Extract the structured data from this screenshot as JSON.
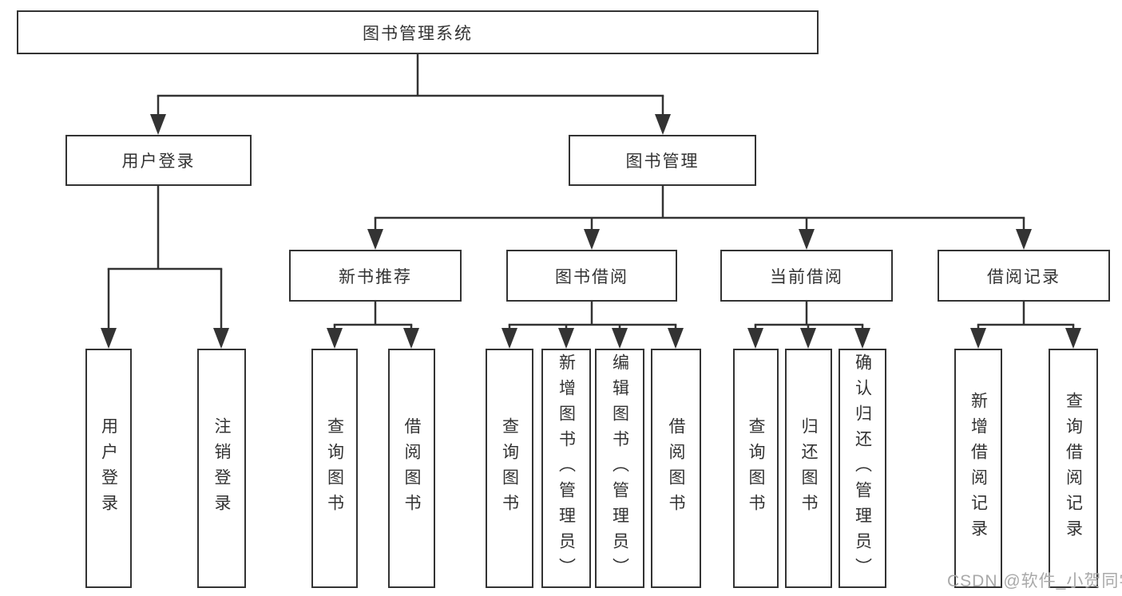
{
  "colors": {
    "line": "#333333",
    "text": "#333333",
    "background": "#ffffff",
    "watermark_text_color": "#a9a9a9"
  },
  "watermark": "CSDN @软件_小贺同学",
  "tree": {
    "label": "图书管理系统",
    "children": [
      {
        "label": "用户登录",
        "children": [
          {
            "label": "用户登录"
          },
          {
            "label": "注销登录"
          }
        ]
      },
      {
        "label": "图书管理",
        "children": [
          {
            "label": "新书推荐",
            "children": [
              {
                "label": "查询图书"
              },
              {
                "label": "借阅图书"
              }
            ]
          },
          {
            "label": "图书借阅",
            "children": [
              {
                "label": "查询图书"
              },
              {
                "label": "新增图书（管理员）"
              },
              {
                "label": "编辑图书（管理员）"
              },
              {
                "label": "借阅图书"
              }
            ]
          },
          {
            "label": "当前借阅",
            "children": [
              {
                "label": "查询图书"
              },
              {
                "label": "归还图书"
              },
              {
                "label": "确认归还（管理员）"
              }
            ]
          },
          {
            "label": "借阅记录",
            "children": [
              {
                "label": "新增借阅记录"
              },
              {
                "label": "查询借阅记录"
              }
            ]
          }
        ]
      }
    ]
  }
}
